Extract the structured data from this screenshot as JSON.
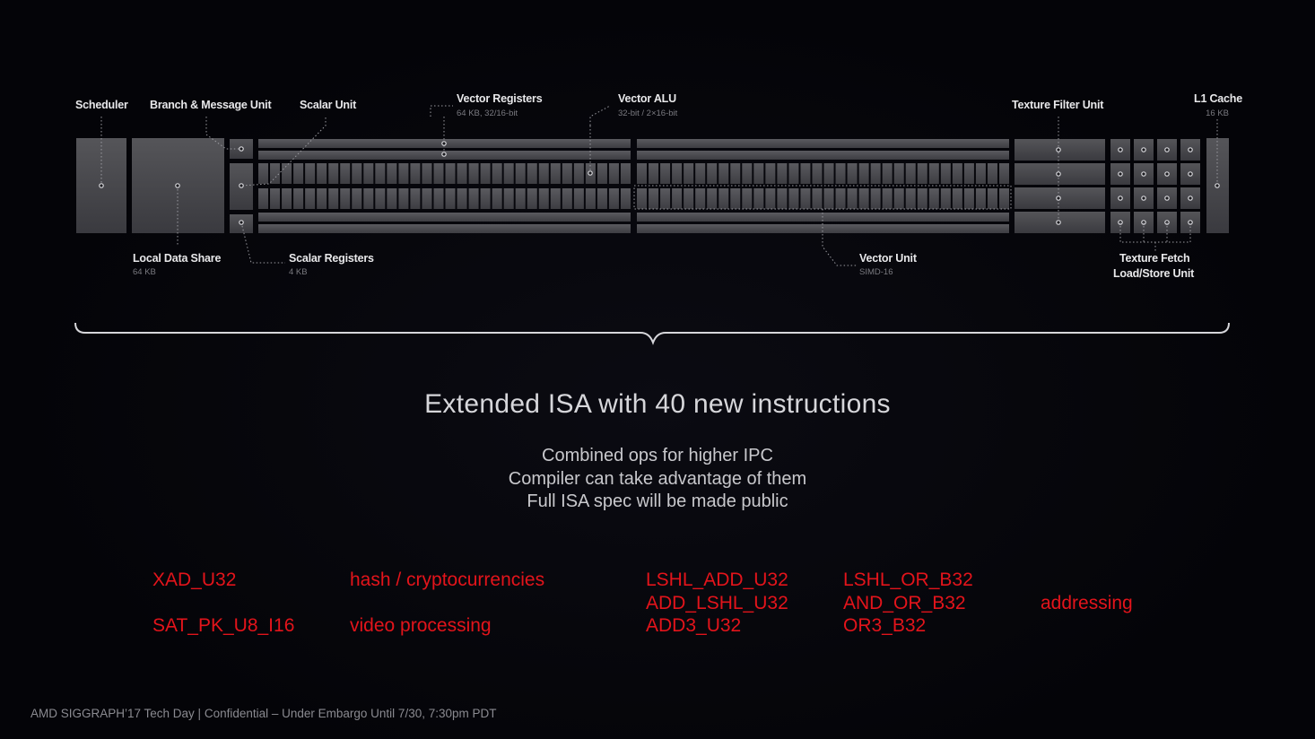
{
  "diagram": {
    "labels": {
      "scheduler": "Scheduler",
      "branch_message_unit": "Branch & Message Unit",
      "scalar_unit": "Scalar Unit",
      "vector_registers": "Vector Registers",
      "vector_registers_sub": "64 KB, 32/16-bit",
      "vector_alu": "Vector ALU",
      "vector_alu_sub": "32-bit / 2×16-bit",
      "texture_filter_unit": "Texture Filter Unit",
      "l1_cache": "L1 Cache",
      "l1_cache_sub": "16 KB",
      "local_data_share": "Local Data Share",
      "local_data_share_sub": "64 KB",
      "scalar_registers": "Scalar Registers",
      "scalar_registers_sub": "4 KB",
      "vector_unit": "Vector Unit",
      "vector_unit_sub": "SIMD-16",
      "texture_fetch": "Texture Fetch",
      "load_store_unit": "Load/Store Unit"
    }
  },
  "headline": "Extended ISA with 40 new instructions",
  "bullets": [
    "Combined ops for higher IPC",
    "Compiler can take advantage of them",
    "Full ISA spec will be made public"
  ],
  "instructions": {
    "xad_u32": "XAD_U32",
    "hash_crypto": "hash / cryptocurrencies",
    "sat_pk": "SAT_PK_U8_I16",
    "video_processing": "video processing",
    "lshl_add_u32": "LSHL_ADD_U32",
    "add_lshl_u32": "ADD_LSHL_U32",
    "add3_u32": "ADD3_U32",
    "lshl_or_b32": "LSHL_OR_B32",
    "and_or_b32": "AND_OR_B32",
    "or3_b32": "OR3_B32",
    "addressing": "addressing"
  },
  "footer": "AMD SIGGRAPH’17 Tech Day | Confidential – Under Embargo Until 7/30, 7:30pm PDT",
  "colors": {
    "background": "#040408",
    "block": "#46464c",
    "accent_red": "#e3141b",
    "text": "#e8e8ea"
  }
}
